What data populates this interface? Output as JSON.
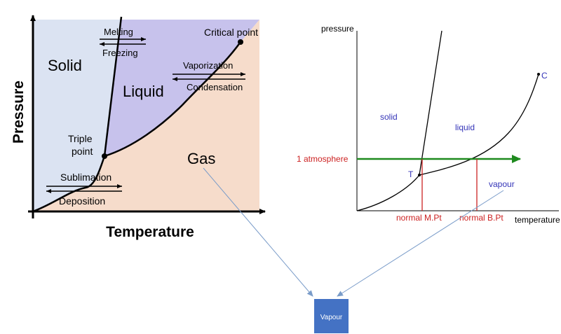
{
  "left_diagram": {
    "axis_y_label": "Pressure",
    "axis_x_label": "Temperature",
    "regions": {
      "solid": "Solid",
      "liquid": "Liquid",
      "gas": "Gas"
    },
    "points": {
      "critical": "Critical point",
      "triple_line1": "Triple",
      "triple_line2": "point"
    },
    "transitions": {
      "melting": "Melting",
      "freezing": "Freezing",
      "vaporization": "Vaporization",
      "condensation": "Condensation",
      "sublimation": "Sublimation",
      "deposition": "Deposition"
    },
    "colors": {
      "solid": "#dbe3f2",
      "liquid": "#c7c2ec",
      "gas": "#f6dccb"
    }
  },
  "right_diagram": {
    "axis_y_label": "pressure",
    "axis_x_label": "temperature",
    "regions": {
      "solid": "solid",
      "liquid": "liquid",
      "vapour": "vapour"
    },
    "atmosphere_label": "1 atmosphere",
    "triple_label": "T",
    "critical_label": "C",
    "melting_label": "normal M.Pt",
    "boiling_label": "normal B.Pt",
    "colors": {
      "region_text": "#3535b8",
      "marker": "#cc2222",
      "atmosphere_line": "#1e8a1e"
    }
  },
  "vapour_box": {
    "label": "Vapour",
    "color": "#4472c4"
  }
}
